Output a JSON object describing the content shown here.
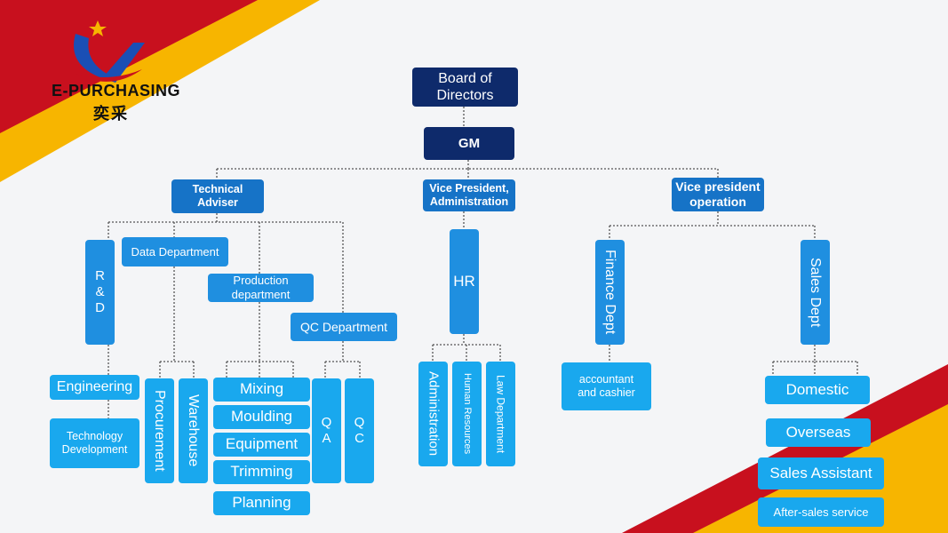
{
  "brand": {
    "name": "E-PURCHASING",
    "cn_name": "奕采"
  },
  "colors": {
    "red": "#c8101e",
    "yellow": "#f7b500",
    "navy": "#0e2a6b",
    "blue": "#1673c7",
    "cyan": "#19a8ee"
  },
  "org": {
    "board": "Board of\nDirectors",
    "gm": "GM",
    "technical_adviser": "Technical\nAdviser",
    "vp_admin": "Vice President,\nAdministration",
    "vp_operation": "Vice president\noperation",
    "rd": "R\n&\nD",
    "data_department": "Data Department",
    "production_department": "Production\ndepartment",
    "qc_department": "QC Department",
    "hr": "HR",
    "finance_dept": "Finance Dept",
    "sales_dept": "Sales Dept",
    "engineering": "Engineering",
    "technology_development": "Technology\nDevelopment",
    "procurement": "Procurement",
    "warehouse": "Warehouse",
    "mixing": "Mixing",
    "moulding": "Moulding",
    "equipment": "Equipment",
    "trimming": "Trimming",
    "planning": "Planning",
    "qa": "Q\nA",
    "qc": "Q\nC",
    "administration": "Administration",
    "human_resources": "Human Resources",
    "law_department": "Law Department",
    "accountant": "accountant\nand cashier",
    "domestic": "Domestic",
    "overseas": "Overseas",
    "sales_assistant": "Sales Assistant",
    "after_sales": "After-sales service"
  }
}
